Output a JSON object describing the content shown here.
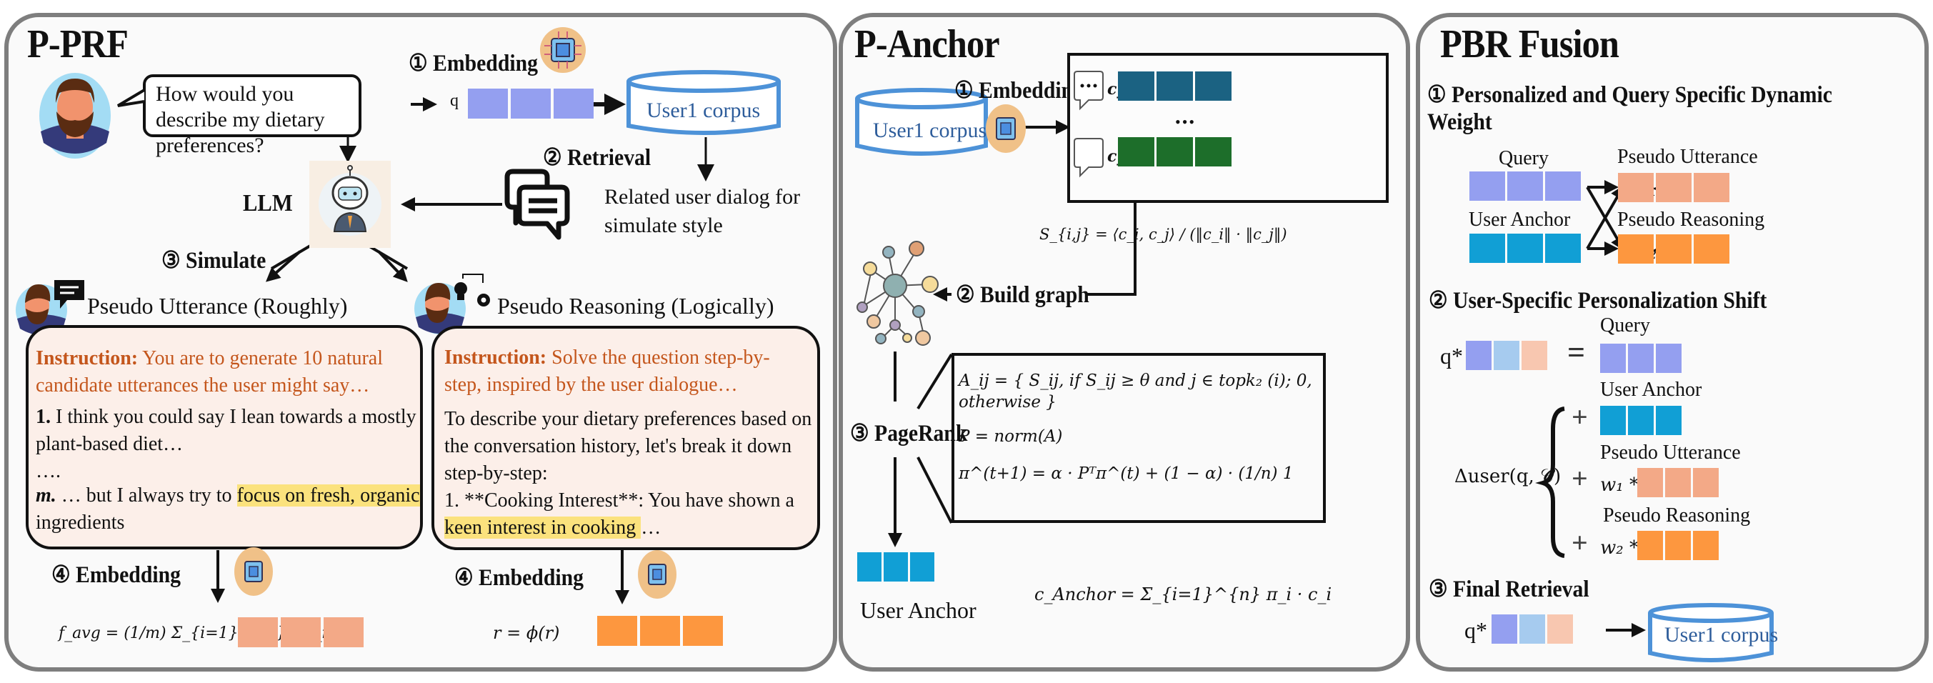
{
  "colors": {
    "query": "#949ff0",
    "user_anchor": "#119fd5",
    "pseudo_utterance": "#f3a987",
    "pseudo_reasoning": "#fd973f",
    "qstar_mid": "#a6cbef",
    "qstar_right": "#f8c7b0",
    "ci": "#1b6282",
    "cj": "#1d6e2a",
    "instruction": "#c4561c",
    "highlight": "#fbe27d",
    "corpus": "#4d92d8"
  },
  "pprf": {
    "title": "P-PRF",
    "user_query": "How would you describe my dietary preferences?",
    "step1": "① Embedding",
    "q_label": "q",
    "corpus_label": "User1 corpus",
    "step2": "② Retrieval",
    "related": "Related user dialog for simulate style",
    "llm_label": "LLM",
    "step3": "③ Simulate",
    "utterance_title": "Pseudo Utterance (Roughly)",
    "reasoning_title": "Pseudo Reasoning (Logically)",
    "utterance_box": {
      "instruction_label": "Instruction:",
      "instruction_text": " You are to generate 10 natural candidate utterances the user might say…",
      "item1_num": "1.",
      "item1_text": " I think you could say I lean towards a mostly plant-based diet…",
      "ellipsis": "….",
      "itemm_num": "m.",
      "itemm_pre": "  … but I always try to ",
      "itemm_hl": "focus on fresh, organic",
      "itemm_post": " ingredients"
    },
    "reasoning_box": {
      "instruction_label": "Instruction:",
      "instruction_text": " Solve the question step-by-step, inspired by the user dialogue…",
      "body": "To describe your dietary preferences based on the conversation history, let's break it down step-by-step:",
      "item1_pre": "1. **Cooking Interest**: You have shown a ",
      "item1_hl": "keen interest in cooking ",
      "item1_post": "…"
    },
    "step4_left": "④ Embedding",
    "step4_right": "④ Embedding",
    "favg_formula": "f_avg = (1/m) Σ_{i=1}^{m} ϕ(f_i)",
    "r_formula": "r = ϕ(r)"
  },
  "panchor": {
    "title": "P-Anchor",
    "corpus_label": "User1 corpus",
    "step1": "① Embedding",
    "ci_label": "c_i",
    "cj_label": "c_j",
    "dots": "•••",
    "similarity_formula": "S_{i,j} = ⟨c_i, c_j⟩ / (‖c_i‖ · ‖c_j‖)",
    "step2": "② Build graph",
    "step3": "③ PageRank",
    "formula_A": "A_ij = { S_ij, if S_ij ≥ θ and j ∈ topk₂ (i); 0, otherwise }",
    "formula_P": "P = norm(A)",
    "formula_pi": "π^(t+1) = α · Pᵀπ^(t) + (1 − α) · (1/n) 1",
    "user_anchor": "User Anchor",
    "anchor_formula": "c_Anchor = Σ_{i=1}^{n} π_i · c_i"
  },
  "pbr": {
    "title": "PBR Fusion",
    "step1": "① Personalized and Query Specific Dynamic Weight",
    "query": "Query",
    "user_anchor": "User Anchor",
    "pseudo_utterance": "Pseudo Utterance",
    "pseudo_reasoning": "Pseudo Reasoning",
    "w1": "w₁",
    "w2": "w₂",
    "step2": "② User-Specific Personalization Shift",
    "qstar": "q*",
    "equals": "=",
    "delta": "Δuser(q, 𝒞)",
    "plus": "+",
    "w1_mul": "w₁ *",
    "w2_mul": "w₂ *",
    "step3": "③ Final Retrieval",
    "corpus_label": "User1 corpus"
  }
}
